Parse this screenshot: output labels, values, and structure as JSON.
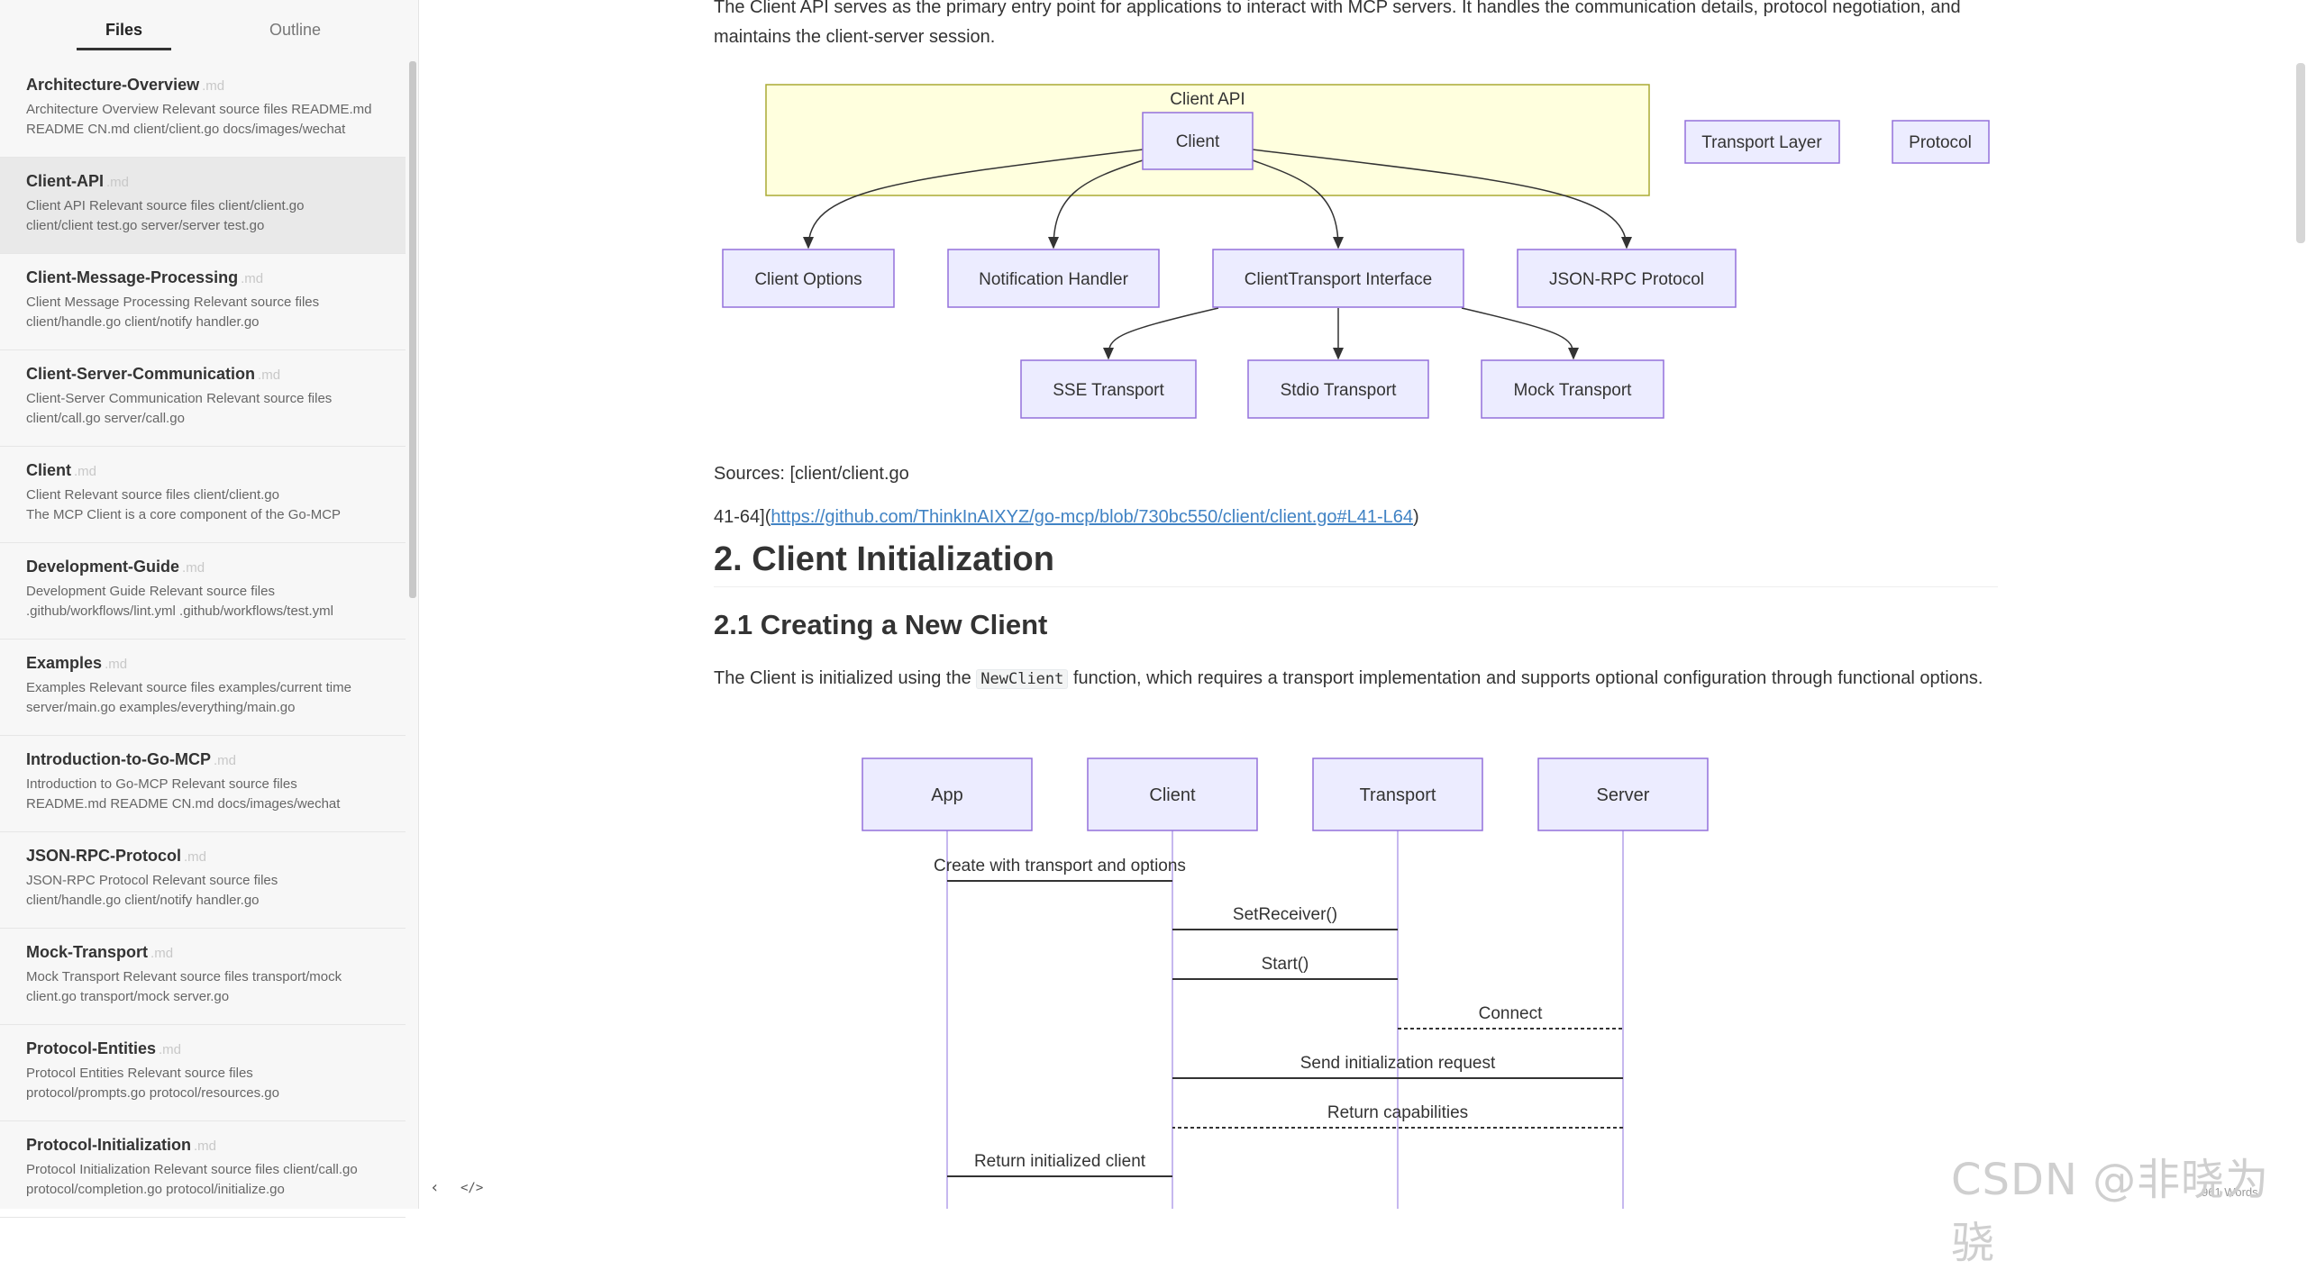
{
  "tabs": {
    "files": "Files",
    "outline": "Outline"
  },
  "files": [
    {
      "title": "Architecture-Overview",
      "ext": ".md",
      "desc": "Architecture Overview Relevant source files README.md\nREADME CN.md client/client.go docs/images/wechat",
      "selected": false
    },
    {
      "title": "Client-API",
      "ext": ".md",
      "desc": "Client API Relevant source files client/client.go\nclient/client test.go server/server test.go",
      "selected": true
    },
    {
      "title": "Client-Message-Processing",
      "ext": ".md",
      "desc": "Client Message Processing Relevant source files\nclient/handle.go client/notify handler.go",
      "selected": false
    },
    {
      "title": "Client-Server-Communication",
      "ext": ".md",
      "desc": "Client-Server Communication Relevant source files\nclient/call.go server/call.go",
      "selected": false
    },
    {
      "title": "Client",
      "ext": ".md",
      "desc": "Client Relevant source files client/client.go\nThe MCP Client is a core component of the Go-MCP",
      "selected": false
    },
    {
      "title": "Development-Guide",
      "ext": ".md",
      "desc": "Development Guide Relevant source files\n.github/workflows/lint.yml .github/workflows/test.yml",
      "selected": false
    },
    {
      "title": "Examples",
      "ext": ".md",
      "desc": "Examples Relevant source files examples/current time\nserver/main.go examples/everything/main.go",
      "selected": false
    },
    {
      "title": "Introduction-to-Go-MCP",
      "ext": ".md",
      "desc": "Introduction to Go-MCP Relevant source files\nREADME.md README CN.md docs/images/wechat",
      "selected": false
    },
    {
      "title": "JSON-RPC-Protocol",
      "ext": ".md",
      "desc": "JSON-RPC Protocol Relevant source files\nclient/handle.go client/notify handler.go",
      "selected": false
    },
    {
      "title": "Mock-Transport",
      "ext": ".md",
      "desc": "Mock Transport Relevant source files transport/mock\nclient.go transport/mock server.go",
      "selected": false
    },
    {
      "title": "Protocol-Entities",
      "ext": ".md",
      "desc": "Protocol Entities Relevant source files\nprotocol/prompts.go protocol/resources.go",
      "selected": false
    },
    {
      "title": "Protocol-Initialization",
      "ext": ".md",
      "desc": "Protocol Initialization Relevant source files client/call.go\nprotocol/completion.go protocol/initialize.go",
      "selected": false
    }
  ],
  "footer": {
    "back": "‹",
    "source": "</>"
  },
  "content": {
    "intro": "The Client API serves as the primary entry point for applications to interact with MCP servers. It handles the communication details, protocol negotiation, and maintains the client-server session.",
    "sources_line1": "Sources: [client/client.go",
    "sources_prefix": "41-64](",
    "sources_link": "https://github.com/ThinkInAIXYZ/go-mcp/blob/730bc550/client/client.go#L41-L64",
    "sources_suffix": ")",
    "h2": "2. Client Initialization",
    "h3": "2.1 Creating a New Client",
    "init_before": "The Client is initialized using the ",
    "init_code": "NewClient",
    "init_after": " function, which requires a transport implementation and supports optional configuration through functional options."
  },
  "diagram1": {
    "group_label": "Client API",
    "client": "Client",
    "transport_layer": "Transport Layer",
    "protocol": "Protocol",
    "client_options": "Client Options",
    "notification_handler": "Notification Handler",
    "clienttransport": "ClientTransport Interface",
    "jsonrpc": "JSON-RPC Protocol",
    "sse": "SSE Transport",
    "stdio": "Stdio Transport",
    "mock": "Mock Transport"
  },
  "diagram2": {
    "actors": [
      "App",
      "Client",
      "Transport",
      "Server"
    ],
    "messages": [
      "Create with transport and options",
      "SetReceiver()",
      "Start()",
      "Connect",
      "Send initialization request",
      "Return capabilities",
      "Return initialized client"
    ]
  },
  "status": {
    "word_count": "961 Words"
  },
  "watermark": "CSDN @非晓为骁",
  "colors": {
    "node_fill": "#ececff",
    "node_stroke": "#9370db",
    "group_fill": "#ffffde",
    "group_stroke": "#aaaa33",
    "link": "#4183c4"
  }
}
